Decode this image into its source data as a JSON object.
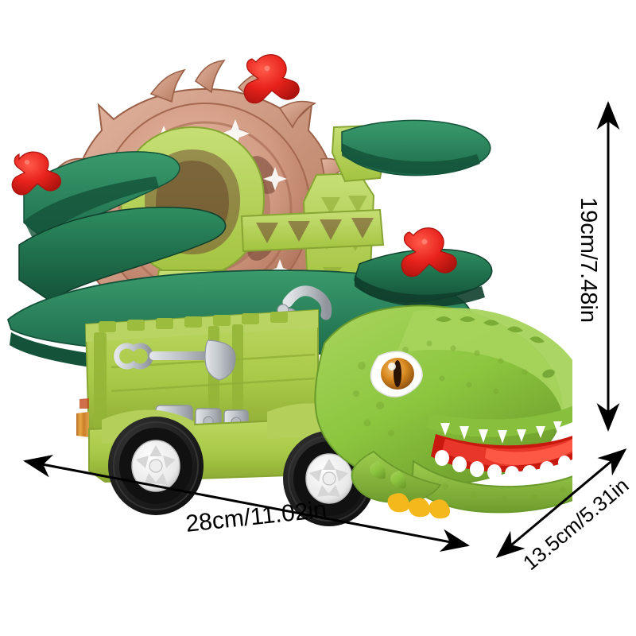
{
  "page": {
    "type": "product-dimension-photo",
    "background_color": "#ffffff"
  },
  "product": {
    "name": "dinosaur-transport-truck-toy",
    "description": "Green T-Rex head truck with spiral track, rose-gold spinning disc and red mini dinosaur figures",
    "colors": {
      "body_green": "#a8c947",
      "body_green_dark": "#8fae34",
      "dino_skin": "#8cc63f",
      "dino_skin_dark": "#6a9a2c",
      "dino_skin_light": "#a9d25e",
      "track_green": "#1d6b4c",
      "track_green_light": "#2e8b5f",
      "disc_rose": "#d9a18c",
      "disc_rose_dark": "#a86a54",
      "disc_rose_mid": "#c78c74",
      "figure_red": "#e8221c",
      "figure_red_dark": "#b3140f",
      "metal_silver": "#c9cdd1",
      "metal_silver_dark": "#9aa0a6",
      "tire_black": "#1c1c1c",
      "hubcap_white": "#f2f2f2",
      "amber_base": "#d4821f",
      "claw_yellow": "#f5b81c",
      "mouth_red": "#e02418",
      "teeth_white": "#ffffff",
      "eye_amber": "#d98a1f",
      "annotation_black": "#000000"
    }
  },
  "dimensions": {
    "width": {
      "label": "28cm/11.02in",
      "cm": 28,
      "inch": 11.02,
      "axis": "width",
      "orientation": "horizontal"
    },
    "height": {
      "label": "19cm/7.48in",
      "cm": 19,
      "inch": 7.48,
      "axis": "height",
      "orientation": "vertical"
    },
    "depth": {
      "label": "13.5cm/5.31in",
      "cm": 13.5,
      "inch": 5.31,
      "axis": "depth",
      "orientation": "diagonal"
    }
  },
  "figures": {
    "count": 3,
    "color": "#e8221c",
    "label": "red-mini-dinosaur-figure"
  }
}
